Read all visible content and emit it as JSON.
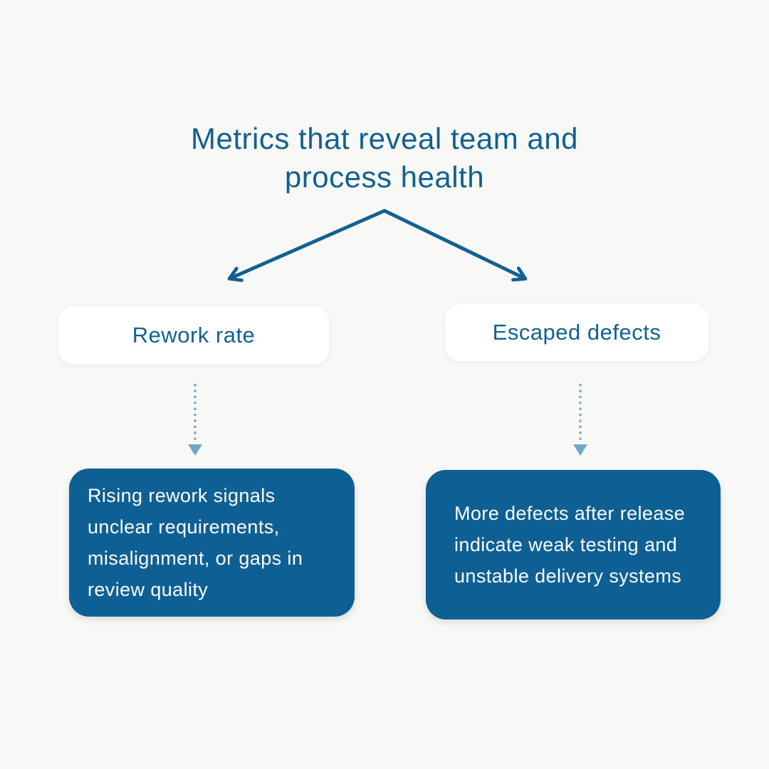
{
  "title": "Metrics that reveal team and\nprocess health",
  "branches": [
    {
      "label": "Rework rate",
      "description": "Rising rework signals\nunclear requirements,\nmisalignment, or gaps in\nreview quality"
    },
    {
      "label": "Escaped defects",
      "description": "More defects after release\nindicate weak testing and\nunstable delivery systems"
    }
  ],
  "icons": {
    "branch_arrows": "split-arrows-down-icon",
    "connector": "dotted-arrow-down-icon"
  },
  "colors": {
    "background": "#f8f8f7",
    "primary_text_blue": "#12618f",
    "description_box_blue": "#0e6094",
    "dotted_arrow_blue": "#73a6c5",
    "card_white": "#ffffff",
    "description_text": "#fdfdfd"
  }
}
